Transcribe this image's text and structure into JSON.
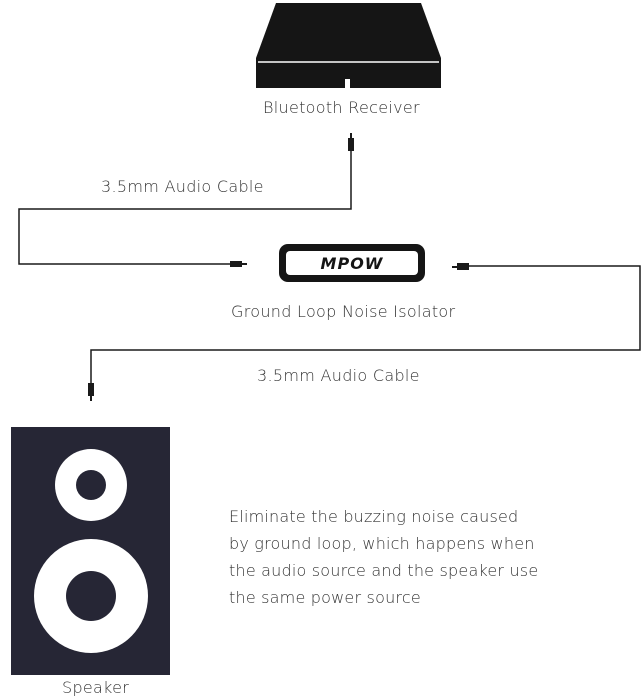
{
  "labels": {
    "receiver": "Bluetooth Receiver",
    "cable_top": "3.5mm Audio Cable",
    "isolator": "Ground Loop Noise Isolator",
    "cable_bottom": "3.5mm Audio Cable",
    "speaker": "Speaker"
  },
  "isolator": {
    "brand": "MPOW"
  },
  "caption": {
    "lines": [
      "Eliminate the buzzing noise caused",
      "by ground loop, which happens when",
      "the audio source and the speaker use",
      "the same power source"
    ]
  },
  "colors": {
    "device_dark": "#151515",
    "speaker_body": "#262635",
    "wire": "#1a1a1a",
    "text": "#333333"
  }
}
